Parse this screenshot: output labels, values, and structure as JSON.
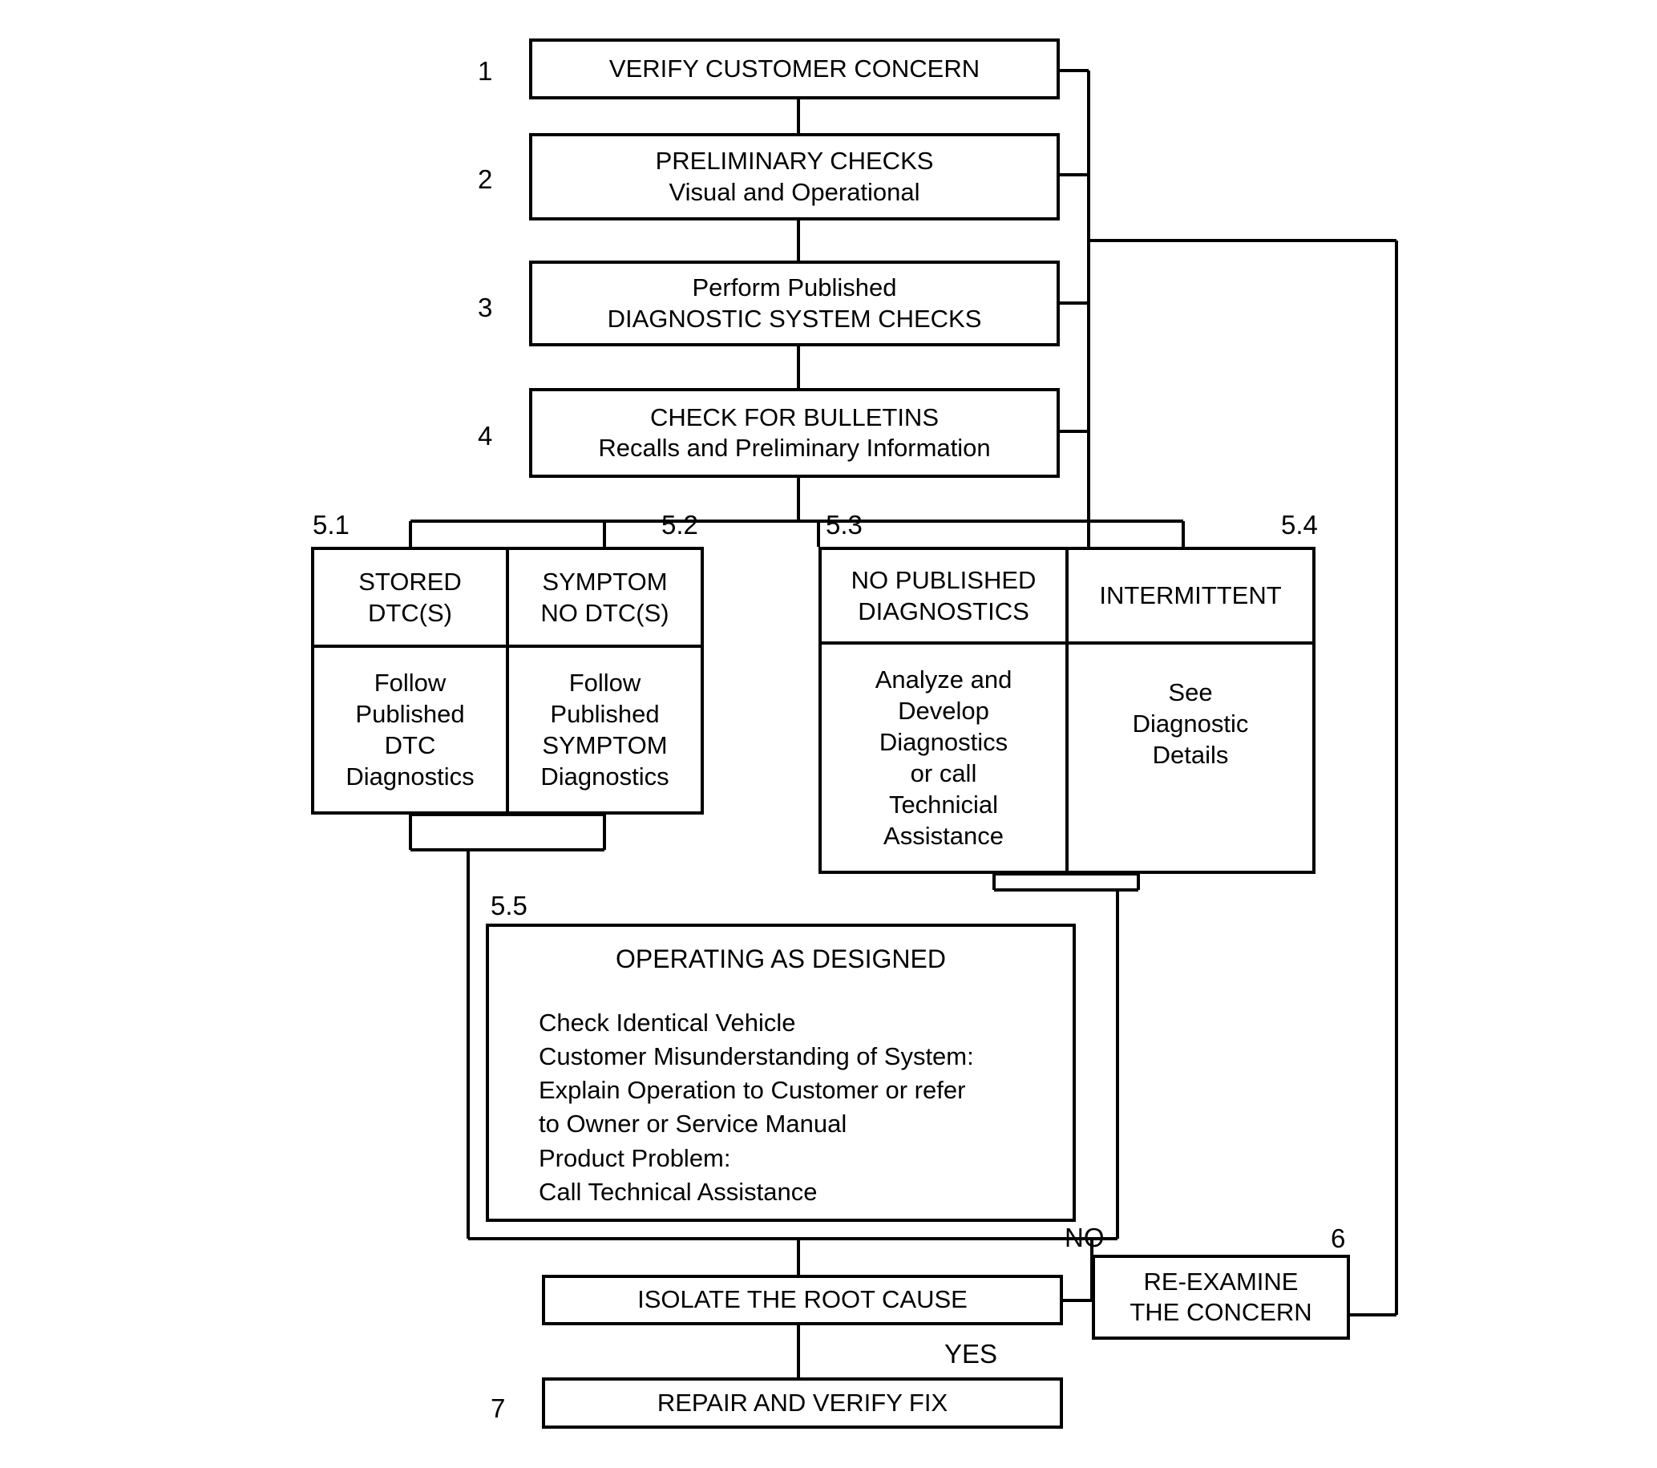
{
  "diagram": {
    "title": "Strategy Based Diagnostics Flowchart",
    "accent": "#000000",
    "background": "#ffffff"
  },
  "steps": {
    "s1": {
      "number": "1",
      "lines": [
        "VERIFY CUSTOMER CONCERN"
      ]
    },
    "s2": {
      "number": "2",
      "lines": [
        "PRELIMINARY CHECKS",
        "Visual and Operational"
      ]
    },
    "s3": {
      "number": "3",
      "lines": [
        "Perform Published",
        "DIAGNOSTIC SYSTEM CHECKS"
      ]
    },
    "s4": {
      "number": "4",
      "lines": [
        "CHECK FOR BULLETINS",
        "Recalls and Preliminary Information"
      ]
    },
    "s51": {
      "number": "5.1",
      "head": [
        "STORED",
        "DTC(S)"
      ],
      "body": [
        "Follow",
        "Published",
        "DTC",
        "Diagnostics"
      ]
    },
    "s52": {
      "number": "5.2",
      "head": [
        "SYMPTOM",
        "NO DTC(S)"
      ],
      "body": [
        "Follow",
        "Published",
        "SYMPTOM",
        "Diagnostics"
      ]
    },
    "s53": {
      "number": "5.3",
      "head": [
        "NO PUBLISHED",
        "DIAGNOSTICS"
      ],
      "body": [
        "Analyze and",
        "Develop",
        "Diagnostics",
        "or call",
        "Technicial",
        "Assistance"
      ]
    },
    "s54": {
      "number": "5.4",
      "head": [
        "INTERMITTENT"
      ],
      "body": [
        "See",
        "Diagnostic",
        "Details"
      ]
    },
    "s55": {
      "number": "5.5",
      "title": "OPERATING AS DESIGNED",
      "body": [
        "Check Identical Vehicle",
        "Customer Misunderstanding of System:",
        "Explain Operation to Customer or refer",
        "to Owner or Service Manual",
        "Product Problem:",
        "Call Technical Assistance"
      ]
    },
    "isolate": {
      "number": "",
      "lines": [
        "ISOLATE THE ROOT CAUSE"
      ]
    },
    "s6": {
      "number": "6",
      "lines": [
        "RE-EXAMINE",
        "THE CONCERN"
      ]
    },
    "s7": {
      "number": "7",
      "lines": [
        "REPAIR AND VERIFY FIX"
      ]
    }
  },
  "edge_labels": {
    "no": "NO",
    "yes": "YES"
  }
}
